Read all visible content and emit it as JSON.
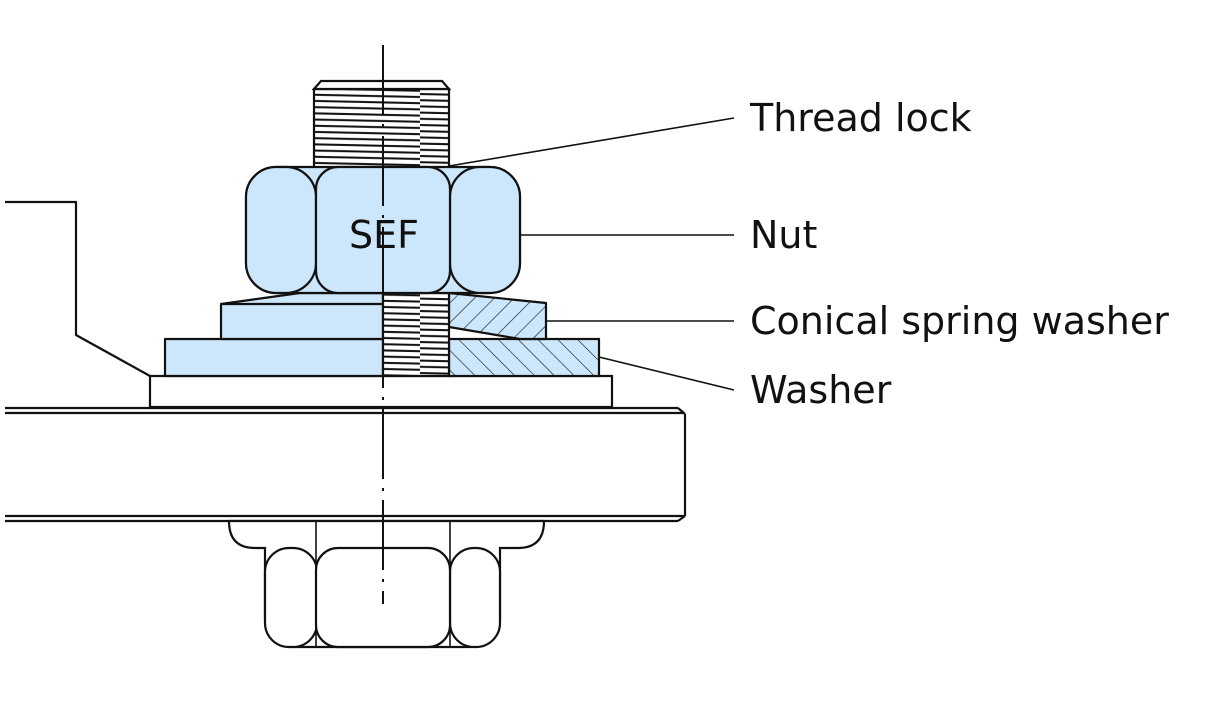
{
  "diagram": {
    "title": "Bolted joint with nut, conical spring washer and washer",
    "nut_marking": "SEF",
    "fill_color": "#cce6fb",
    "line_color": "#111111",
    "callouts": [
      {
        "id": "thread-lock",
        "label": "Thread lock"
      },
      {
        "id": "nut",
        "label": "Nut"
      },
      {
        "id": "conical-spring-washer",
        "label": "Conical spring washer"
      },
      {
        "id": "washer",
        "label": "Washer"
      }
    ]
  }
}
